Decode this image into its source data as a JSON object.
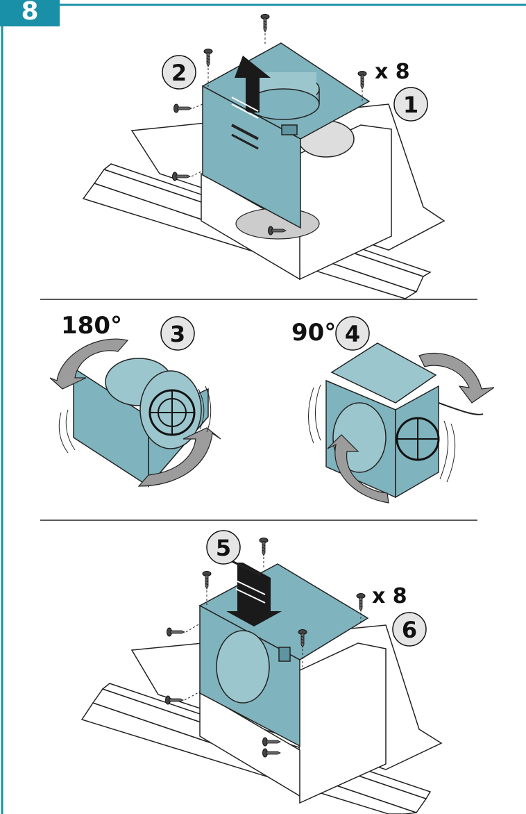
{
  "step_number": "8",
  "colors": {
    "frame": "#1a8fa8",
    "panel": "#7fb3bd",
    "circle": "#e5e5e5",
    "outline": "#222222"
  },
  "sections": [
    {
      "callouts": [
        "1",
        "2"
      ],
      "quantity": "x 8"
    },
    {
      "callouts": [
        "3",
        "4"
      ],
      "angles": [
        "180°",
        "90°"
      ]
    },
    {
      "callouts": [
        "5",
        "6"
      ],
      "quantity": "x 8"
    }
  ]
}
